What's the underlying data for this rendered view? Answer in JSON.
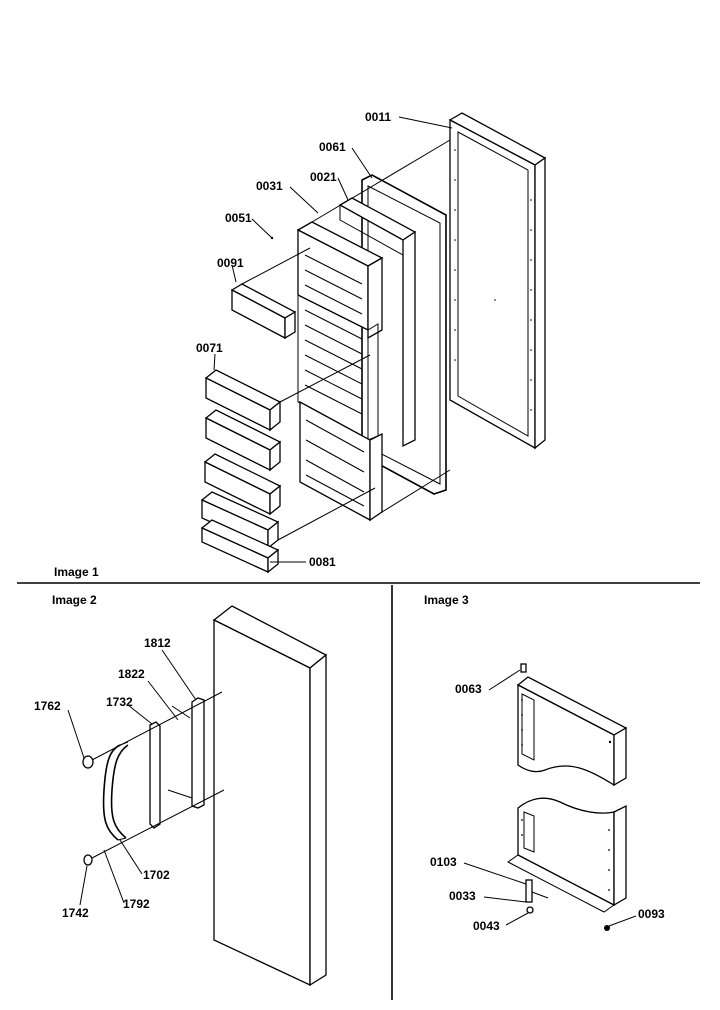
{
  "captions": {
    "image1": "Image 1",
    "image2": "Image 2",
    "image3": "Image 3"
  },
  "callouts": {
    "p0011": "0011",
    "p0061": "0061",
    "p0031": "0031",
    "p0021": "0021",
    "p0051": "0051",
    "p0091": "0091",
    "p0071": "0071",
    "p0081": "0081",
    "p1812": "1812",
    "p1822": "1822",
    "p1762": "1762",
    "p1732": "1732",
    "p1702": "1702",
    "p1742": "1742",
    "p1792": "1792",
    "p0063": "0063",
    "p0103": "0103",
    "p0033": "0033",
    "p0043": "0043",
    "p0093": "0093"
  }
}
